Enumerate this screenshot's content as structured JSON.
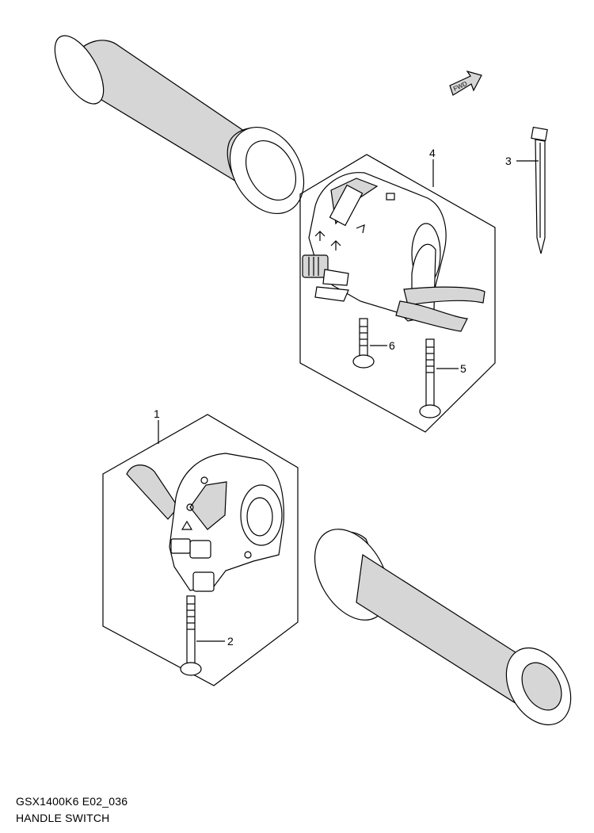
{
  "callouts": {
    "c1": "1",
    "c2": "2",
    "c3": "3",
    "c4": "4",
    "c5": "5",
    "c6": "6"
  },
  "fwd_label": "FWD",
  "footer": {
    "code": "GSX1400K6 E02_036",
    "title": "HANDLE SWITCH"
  }
}
